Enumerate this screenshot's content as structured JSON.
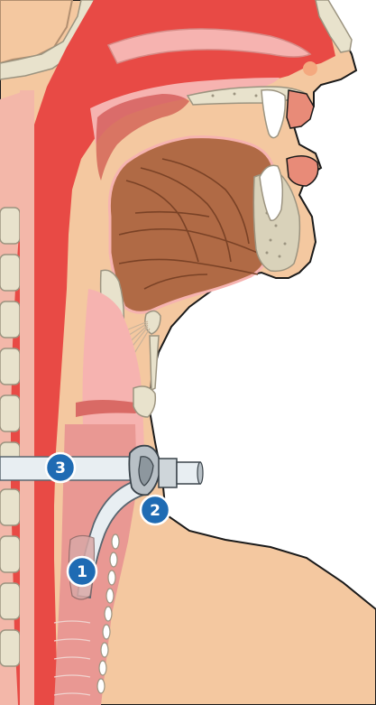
{
  "diagram": {
    "labels": [
      {
        "id": "1",
        "text": "1"
      },
      {
        "id": "2",
        "text": "2"
      },
      {
        "id": "3",
        "text": "3"
      }
    ]
  },
  "colors": {
    "skin": "#f4c8a0",
    "skin_outline": "#1a1a1a",
    "cavity_red": "#e84a45",
    "mucosa_pink": "#f6b3b0",
    "deep_red": "#c23232",
    "tongue_brown": "#b06a45",
    "tongue_dark": "#7a4226",
    "bone": "#e8e2cc",
    "bone_dot": "#9c9480",
    "tooth": "#ffffff",
    "trachea_pink": "#e99893",
    "tube_light": "#e8eef2",
    "tube_grey": "#b8c0c6",
    "badge_blue": "#1f6bb3"
  }
}
